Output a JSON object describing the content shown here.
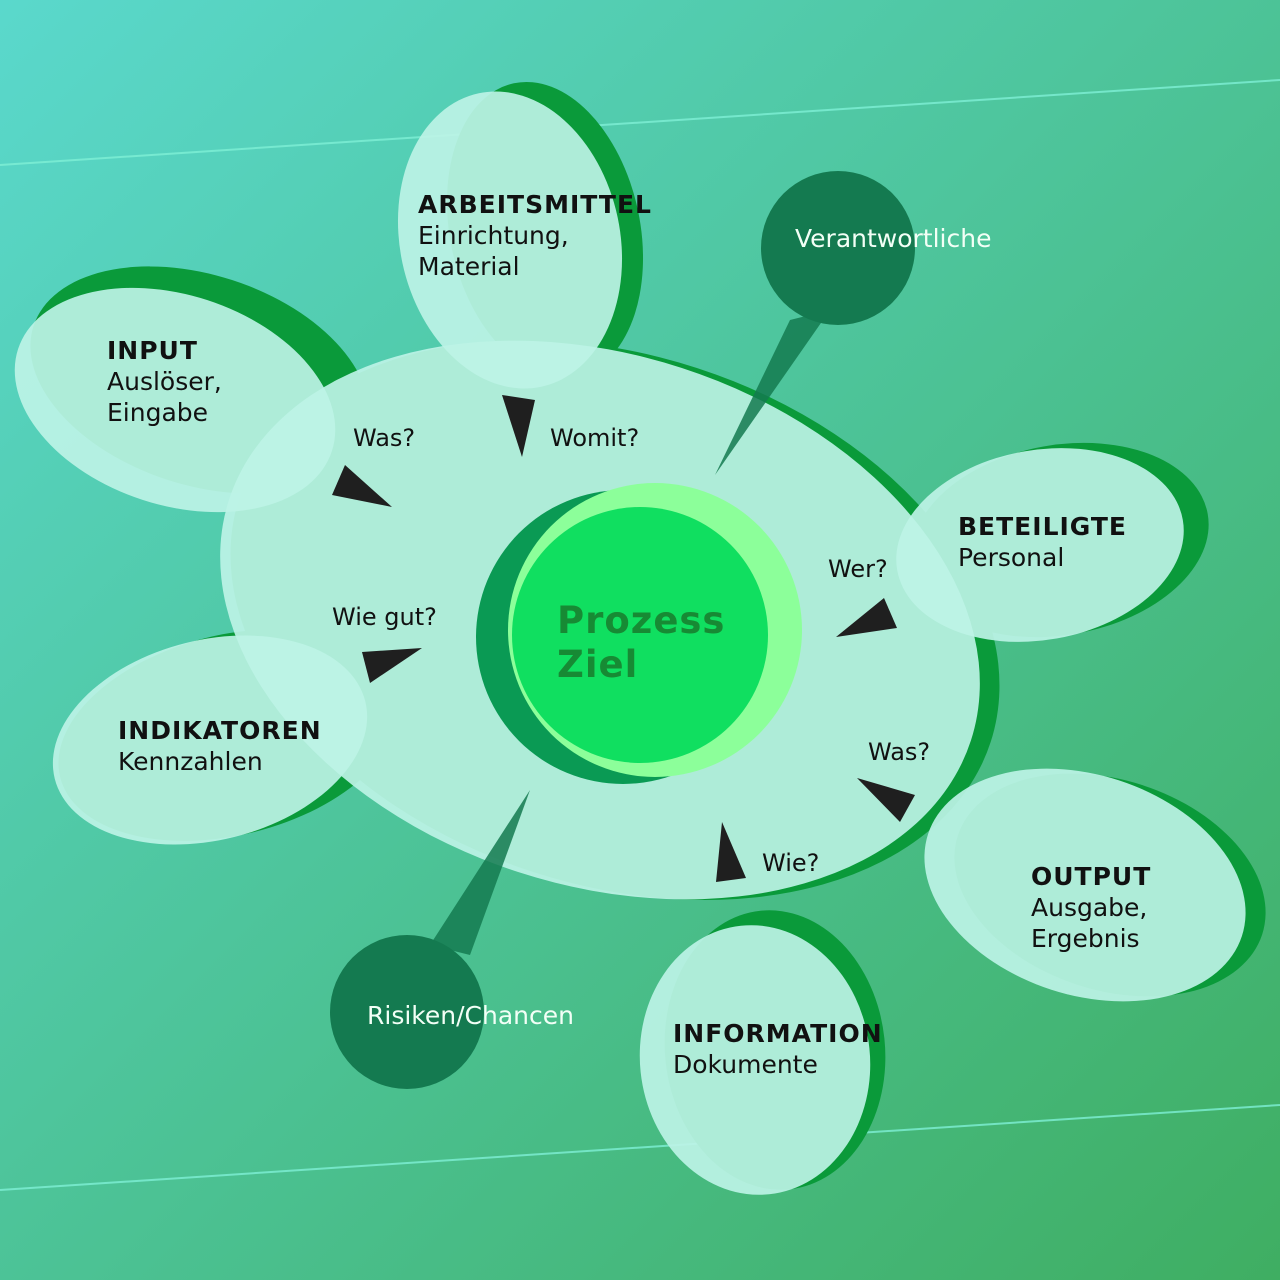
{
  "colors": {
    "bg_top": "#5ad8cc",
    "bg_bottom": "#3fae62",
    "blob_fill": "#bdf3e6",
    "petal_shadow": "#0a9a3a",
    "balloon": "#147a50",
    "center_green": "#10df60",
    "center_dark": "#0a9a54",
    "center_light": "#8cff9a",
    "arrow": "#1f1f1f",
    "guide_line": "#7ff0d6"
  },
  "center": {
    "line1": "Prozess",
    "line2": "Ziel"
  },
  "petals": [
    {
      "title": "ARBEITSMITTEL",
      "line1": "Einrichtung,",
      "line2": "Material"
    },
    {
      "title": "INPUT",
      "line1": "Auslöser,",
      "line2": "Eingabe"
    },
    {
      "title": "INDIKATOREN",
      "line1": "Kennzahlen",
      "line2": ""
    },
    {
      "title": "BETEILIGTE",
      "line1": "Personal",
      "line2": ""
    },
    {
      "title": "OUTPUT",
      "line1": "Ausgabe,",
      "line2": "Ergebnis"
    },
    {
      "title": "INFORMATION",
      "line1": "Dokumente",
      "line2": ""
    }
  ],
  "questions": [
    "Was?",
    "Womit?",
    "Wie gut?",
    "Wer?",
    "Was?",
    "Wie?"
  ],
  "balloons": [
    "Verantwortliche",
    "Risiken/Chancen"
  ],
  "icons": [
    "triangle-arrow-icon"
  ]
}
